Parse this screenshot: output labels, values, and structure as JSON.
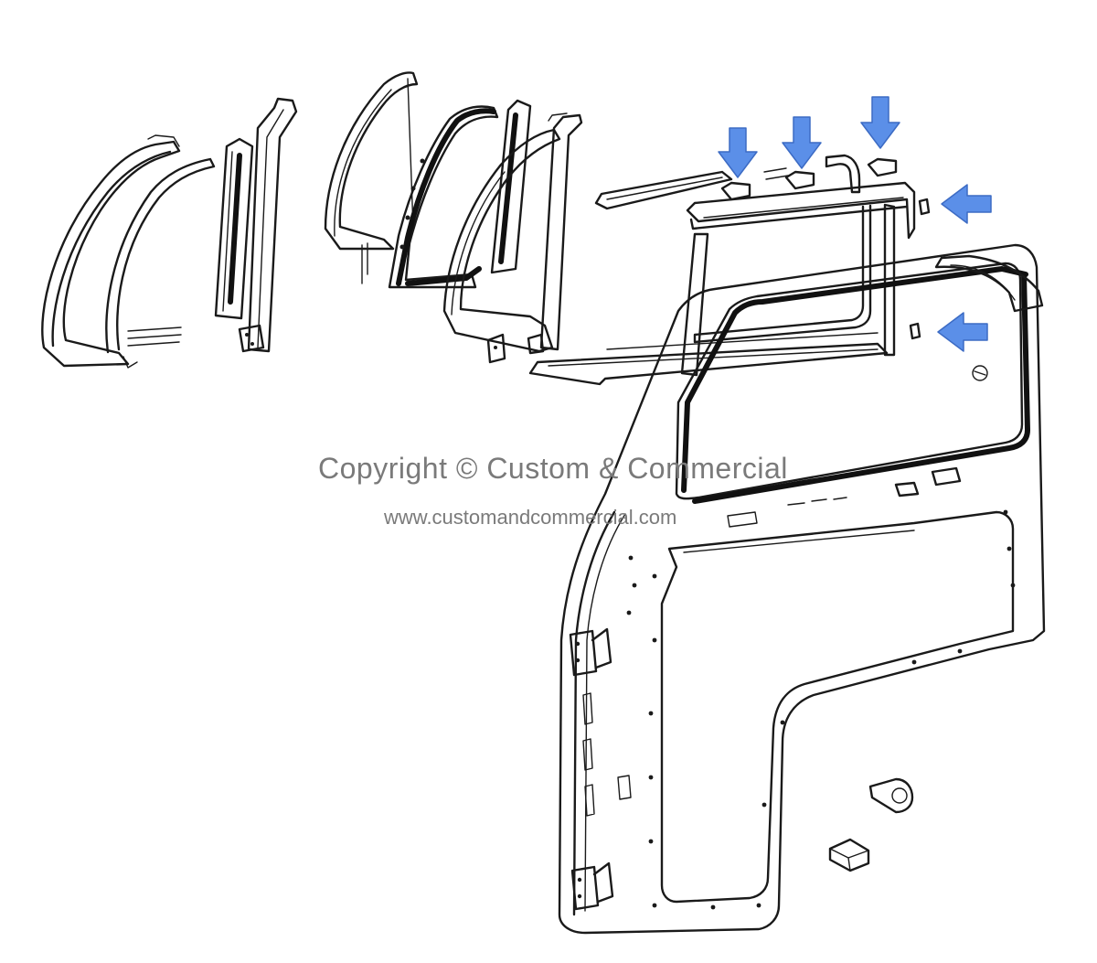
{
  "watermark": {
    "copyright": "Copyright © Custom & Commercial",
    "url": "www.customandcommercial.com"
  },
  "colors": {
    "arrow_fill": "#5b8fe8",
    "arrow_stroke": "#3c6bc4",
    "line": "#1a1a1a"
  },
  "arrows": [
    {
      "id": "arrow-down-1",
      "direction": "down"
    },
    {
      "id": "arrow-down-2",
      "direction": "down"
    },
    {
      "id": "arrow-down-3",
      "direction": "down"
    },
    {
      "id": "arrow-left-1",
      "direction": "left"
    },
    {
      "id": "arrow-left-2",
      "direction": "left"
    }
  ]
}
